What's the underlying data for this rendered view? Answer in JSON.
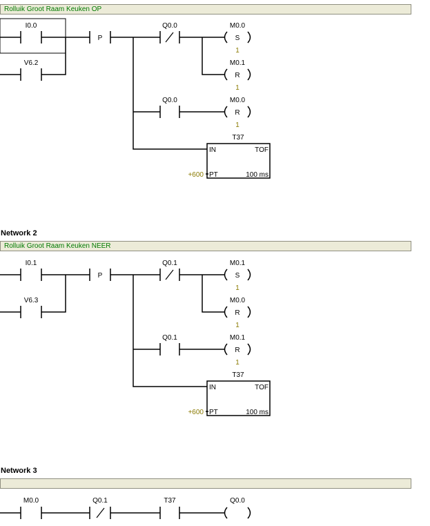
{
  "networks": [
    {
      "comment": "Rolluik Groot Raam Keuken OP",
      "contacts": [
        {
          "addr": "I0.0",
          "sym": ""
        },
        {
          "addr": "V6.2",
          "sym": ""
        },
        {
          "addr": "",
          "sym": "P"
        },
        {
          "addr": "Q0.0",
          "sym": "/"
        },
        {
          "addr": "Q0.0",
          "sym": ""
        }
      ],
      "coils": [
        {
          "addr": "M0.0",
          "op": "S",
          "n": "1"
        },
        {
          "addr": "M0.1",
          "op": "R",
          "n": "1"
        },
        {
          "addr": "M0.0",
          "op": "R",
          "n": "1"
        }
      ],
      "timer": {
        "name": "T37",
        "in": "IN",
        "type": "TOF",
        "pt": "PT",
        "preset": "+600",
        "res": "100 ms"
      }
    },
    {
      "title": "Network 2",
      "comment": "Rolluik Groot Raam Keuken NEER",
      "contacts": [
        {
          "addr": "I0.1",
          "sym": ""
        },
        {
          "addr": "V6.3",
          "sym": ""
        },
        {
          "addr": "",
          "sym": "P"
        },
        {
          "addr": "Q0.1",
          "sym": "/"
        },
        {
          "addr": "Q0.1",
          "sym": ""
        }
      ],
      "coils": [
        {
          "addr": "M0.1",
          "op": "S",
          "n": "1"
        },
        {
          "addr": "M0.0",
          "op": "R",
          "n": "1"
        },
        {
          "addr": "M0.1",
          "op": "R",
          "n": "1"
        }
      ],
      "timer": {
        "name": "T37",
        "in": "IN",
        "type": "TOF",
        "pt": "PT",
        "preset": "+600",
        "res": "100 ms"
      }
    },
    {
      "title": "Network 3",
      "comment": "",
      "contacts": [
        {
          "addr": "M0.0",
          "sym": ""
        },
        {
          "addr": "Q0.1",
          "sym": "/"
        },
        {
          "addr": "T37",
          "sym": ""
        }
      ],
      "coils": [
        {
          "addr": "Q0.0",
          "op": "",
          "n": ""
        }
      ]
    }
  ]
}
